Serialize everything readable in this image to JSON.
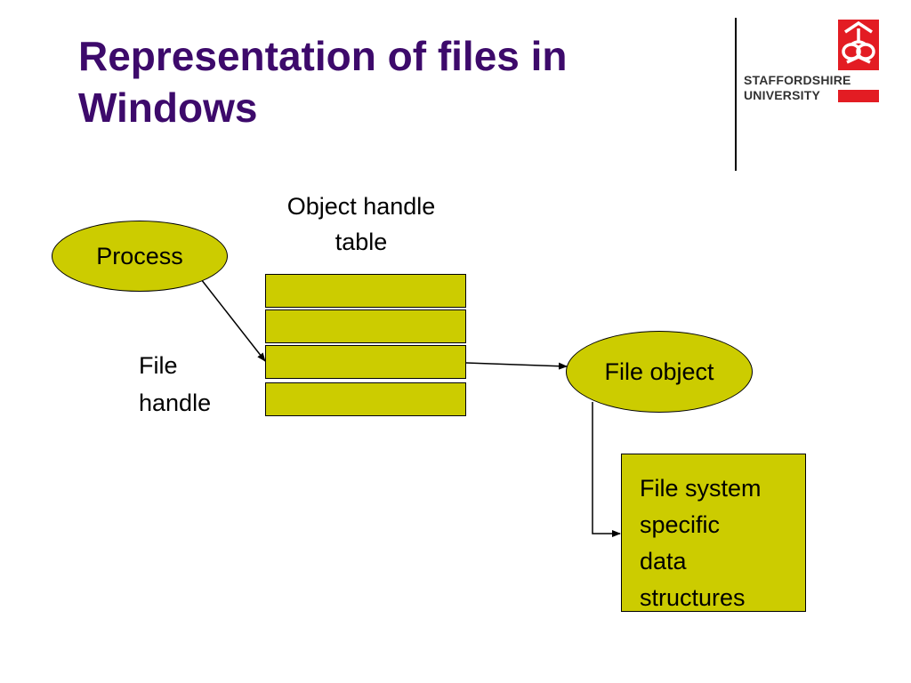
{
  "slide": {
    "title_lines": [
      "Representation of files in",
      "Windows"
    ]
  },
  "logo": {
    "line1": "STAFFORDSHIRE",
    "line2": "UNIVERSITY",
    "accent_color": "#e31c23"
  },
  "diagram": {
    "fill_color": "#cccc00",
    "title_color": "#3d0a6b",
    "process_label": "Process",
    "table_caption_lines": [
      "Object handle",
      "table"
    ],
    "file_handle_lines": [
      "File",
      "handle"
    ],
    "file_object_label": "File object",
    "fs_box_lines": [
      "File system",
      "specific",
      "data",
      "structures"
    ],
    "table_rows": 4
  }
}
